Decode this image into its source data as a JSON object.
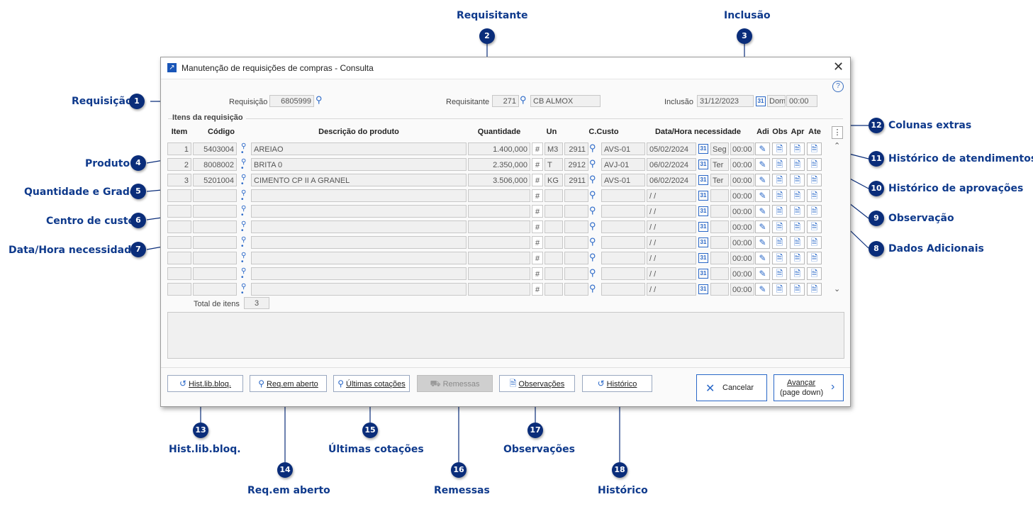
{
  "window": {
    "title": "Manutenção de requisições de compras - Consulta",
    "close": "✕",
    "help": "?"
  },
  "header": {
    "requisicao_label": "Requisição",
    "requisicao_value": "6805999",
    "requisitante_label": "Requisitante",
    "requisitante_code": "271",
    "requisitante_name": "CB ALMOX",
    "inclusao_label": "Inclusão",
    "inclusao_date": "31/12/2023",
    "inclusao_day": "Dom",
    "inclusao_time": "00:00"
  },
  "section_title": "Itens da requisição",
  "columns": {
    "item": "Item",
    "codigo": "Código",
    "descricao": "Descrição do produto",
    "quantidade": "Quantidade",
    "un": "Un",
    "ccusto": "C.Custo",
    "data_hora": "Data/Hora necessidade",
    "adi": "Adi",
    "obs": "Obs",
    "apr": "Apr",
    "ate": "Ate"
  },
  "rows": [
    {
      "item": "1",
      "codigo": "5403004",
      "descricao": "AREIAO",
      "quantidade": "1.400,000",
      "grade": "#",
      "un": "M3",
      "ccusto_code": "2911",
      "ccusto_name": "AVS-01",
      "date": "05/02/2024",
      "day": "Seg",
      "time": "00:00"
    },
    {
      "item": "2",
      "codigo": "8008002",
      "descricao": "BRITA 0",
      "quantidade": "2.350,000",
      "grade": "#",
      "un": "T",
      "ccusto_code": "2912",
      "ccusto_name": "AVJ-01",
      "date": "06/02/2024",
      "day": "Ter",
      "time": "00:00"
    },
    {
      "item": "3",
      "codigo": "5201004",
      "descricao": "CIMENTO CP II A GRANEL",
      "quantidade": "3.506,000",
      "grade": "#",
      "un": "KG",
      "ccusto_code": "2911",
      "ccusto_name": "AVS-01",
      "date": "06/02/2024",
      "day": "Ter",
      "time": "00:00"
    },
    {
      "item": "",
      "codigo": "",
      "descricao": "",
      "quantidade": "",
      "grade": "#",
      "un": "",
      "ccusto_code": "",
      "ccusto_name": "",
      "date": " / /",
      "day": "",
      "time": "00:00"
    },
    {
      "item": "",
      "codigo": "",
      "descricao": "",
      "quantidade": "",
      "grade": "#",
      "un": "",
      "ccusto_code": "",
      "ccusto_name": "",
      "date": " / /",
      "day": "",
      "time": "00:00"
    },
    {
      "item": "",
      "codigo": "",
      "descricao": "",
      "quantidade": "",
      "grade": "#",
      "un": "",
      "ccusto_code": "",
      "ccusto_name": "",
      "date": " / /",
      "day": "",
      "time": "00:00"
    },
    {
      "item": "",
      "codigo": "",
      "descricao": "",
      "quantidade": "",
      "grade": "#",
      "un": "",
      "ccusto_code": "",
      "ccusto_name": "",
      "date": " / /",
      "day": "",
      "time": "00:00"
    },
    {
      "item": "",
      "codigo": "",
      "descricao": "",
      "quantidade": "",
      "grade": "#",
      "un": "",
      "ccusto_code": "",
      "ccusto_name": "",
      "date": " / /",
      "day": "",
      "time": "00:00"
    },
    {
      "item": "",
      "codigo": "",
      "descricao": "",
      "quantidade": "",
      "grade": "#",
      "un": "",
      "ccusto_code": "",
      "ccusto_name": "",
      "date": " / /",
      "day": "",
      "time": "00:00"
    },
    {
      "item": "",
      "codigo": "",
      "descricao": "",
      "quantidade": "",
      "grade": "#",
      "un": "",
      "ccusto_code": "",
      "ccusto_name": "",
      "date": " / /",
      "day": "",
      "time": "00:00"
    }
  ],
  "total": {
    "label": "Total de itens",
    "value": "3"
  },
  "buttons": {
    "hist_lib": "Hist.lib.bloq.",
    "req_aberto": "Req.em aberto",
    "ultimas_cotacoes": "Últimas cotações",
    "remessas": "Remessas",
    "observacoes": "Observações",
    "historico": "Histórico",
    "cancelar": "Cancelar",
    "avancar_1": "Avançar",
    "avancar_2": "(page down)"
  },
  "annotations": [
    {
      "n": "1",
      "label": "Requisição"
    },
    {
      "n": "2",
      "label": "Requisitante"
    },
    {
      "n": "3",
      "label": "Inclusão"
    },
    {
      "n": "4",
      "label": "Produto"
    },
    {
      "n": "5",
      "label": "Quantidade e Grade"
    },
    {
      "n": "6",
      "label": "Centro de custo"
    },
    {
      "n": "7",
      "label": "Data/Hora necessidade"
    },
    {
      "n": "8",
      "label": "Dados Adicionais"
    },
    {
      "n": "9",
      "label": "Observação"
    },
    {
      "n": "10",
      "label": "Histórico de aprovações"
    },
    {
      "n": "11",
      "label": "Histórico de atendimentos"
    },
    {
      "n": "12",
      "label": "Colunas extras"
    },
    {
      "n": "13",
      "label": "Hist.lib.bloq."
    },
    {
      "n": "14",
      "label": "Req.em aberto"
    },
    {
      "n": "15",
      "label": "Últimas cotações"
    },
    {
      "n": "16",
      "label": "Remessas"
    },
    {
      "n": "17",
      "label": "Observações"
    },
    {
      "n": "18",
      "label": "Histórico"
    }
  ],
  "colors": {
    "accent": "#2a68c8",
    "badge": "#0a2d7a",
    "callout_text": "#0f3a8c"
  }
}
